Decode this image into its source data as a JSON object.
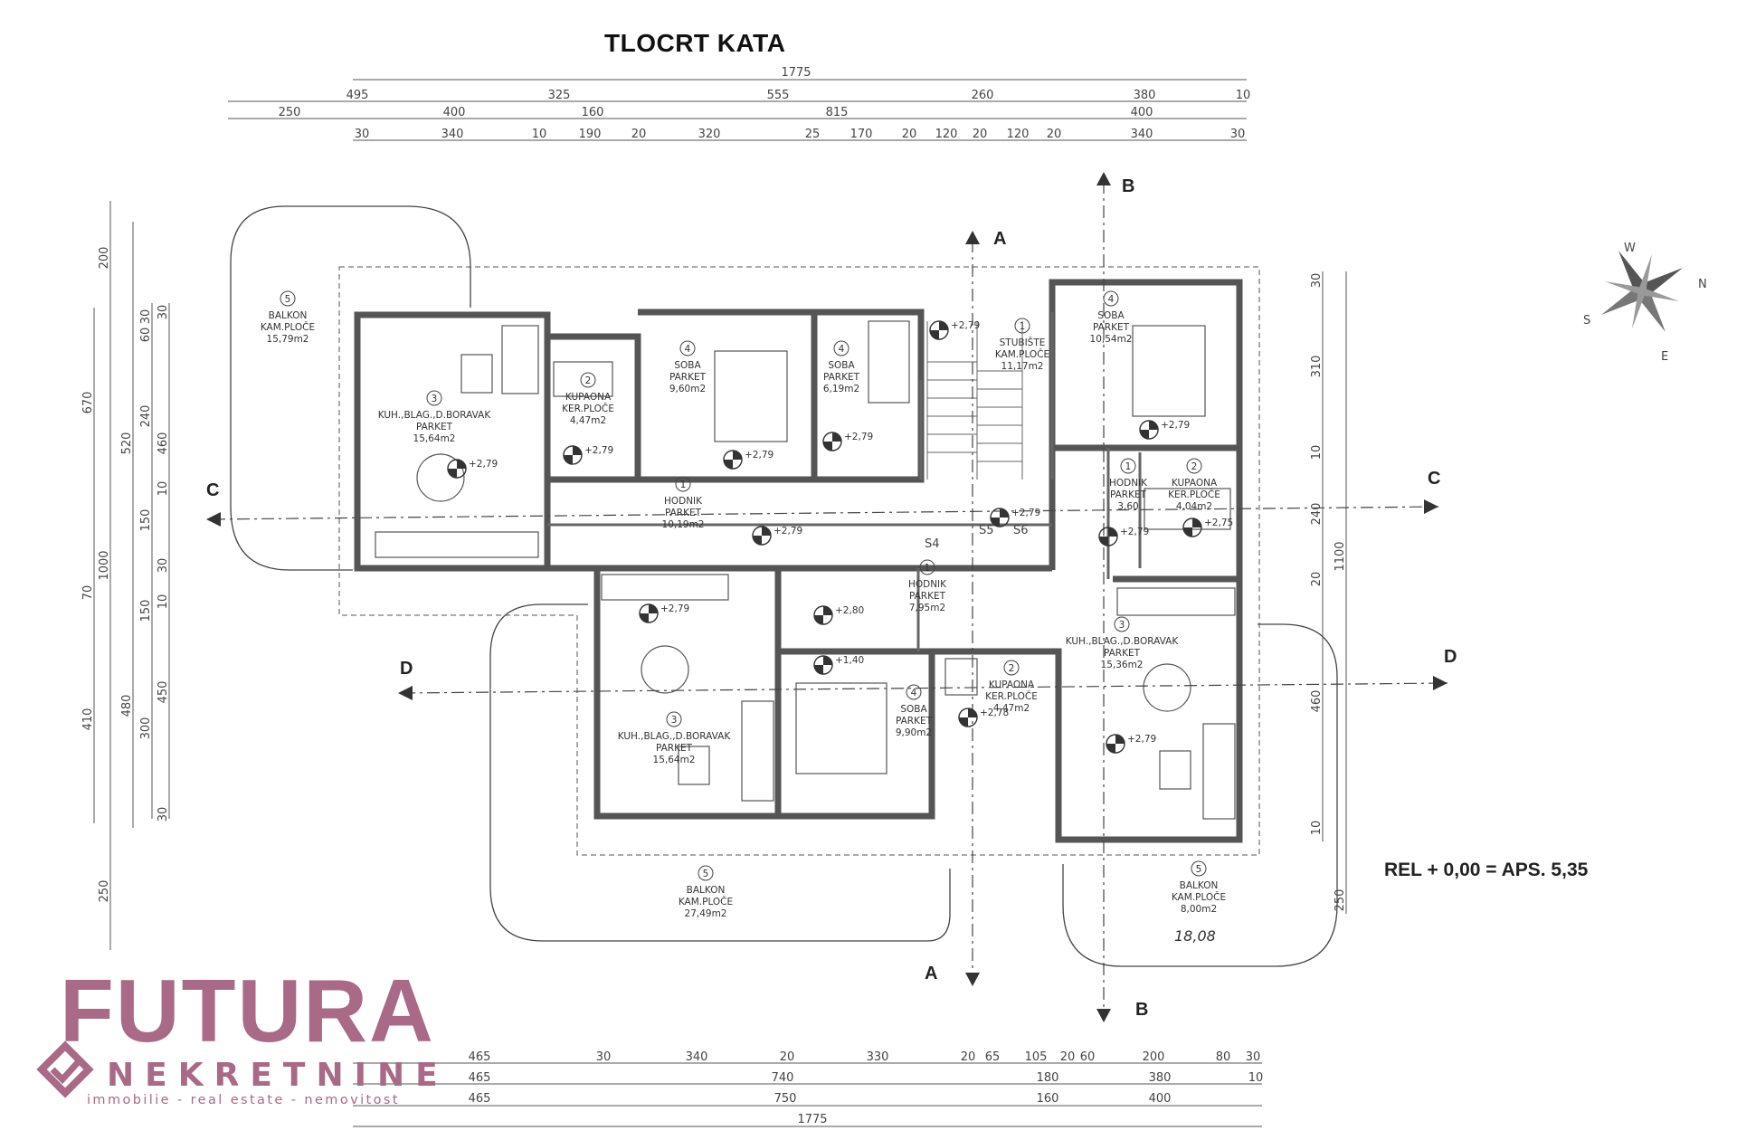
{
  "title": "TLOCRT KATA",
  "elevation_note": "REL +  0,00 = APS. 5,35",
  "logo": {
    "word": "FUTURA",
    "sub": "NEKRETNINE",
    "tag": "immobilie - real estate - nemovitost"
  },
  "colors": {
    "walls": "#555555",
    "lines": "#333333",
    "logo": "#a86a86"
  },
  "dimensions_top": {
    "row1": [
      "1775"
    ],
    "row2": [
      "495",
      "325",
      "555",
      "260",
      "380",
      "10"
    ],
    "row3": [
      "250",
      "400",
      "160",
      "815",
      "400"
    ],
    "row4": [
      "30",
      "340",
      "10",
      "190",
      "20",
      "320",
      "25",
      "170",
      "20",
      "120",
      "20",
      "120",
      "20",
      "340",
      "30"
    ]
  },
  "dimensions_bottom": {
    "row1": [
      "465",
      "30",
      "340",
      "20",
      "330",
      "20",
      "65",
      "105",
      "20",
      "60",
      "200",
      "80",
      "30"
    ],
    "row2": [
      "465",
      "740",
      "180",
      "380",
      "10"
    ],
    "row3": [
      "465",
      "750",
      "160",
      "400"
    ],
    "row4": [
      "1775"
    ]
  },
  "dimensions_left": {
    "col1": [
      "200",
      "1000",
      "250"
    ],
    "col2": [
      "520",
      "480"
    ],
    "col3": [
      "670",
      "70",
      "410"
    ],
    "col4": [
      "30",
      "60",
      "240",
      "150",
      "150",
      "300"
    ],
    "col5": [
      "30",
      "460",
      "10",
      "30",
      "10",
      "450",
      "30"
    ]
  },
  "dimensions_right": {
    "col1": [
      "1100",
      "250"
    ],
    "col2": [
      "30",
      "310",
      "10",
      "240",
      "20",
      "460",
      "10"
    ]
  },
  "section_marks": [
    "A",
    "A",
    "B",
    "B",
    "C",
    "C",
    "D",
    "D"
  ],
  "rooms": [
    {
      "num": "5",
      "name": "BALKON",
      "floor": "KAM.PLOČE",
      "area": "15,79m2"
    },
    {
      "num": "3",
      "name": "KUH.,BLAG.,D.BORAVAK",
      "floor": "PARKET",
      "area": "15,64m2"
    },
    {
      "num": "2",
      "name": "KUPAONA",
      "floor": "KER.PLOČE",
      "area": "4,47m2"
    },
    {
      "num": "4",
      "name": "SOBA",
      "floor": "PARKET",
      "area": "9,60m2"
    },
    {
      "num": "4",
      "name": "SOBA",
      "floor": "PARKET",
      "area": "6,19m2"
    },
    {
      "num": "1",
      "name": "STUBIŠTE",
      "floor": "KAM.PLOČE",
      "area": "11,17m2"
    },
    {
      "num": "4",
      "name": "SOBA",
      "floor": "PARKET",
      "area": "10,54m2"
    },
    {
      "num": "1",
      "name": "HODNIK",
      "floor": "PARKET",
      "area": "10,19m2"
    },
    {
      "num": "1",
      "name": "HODNIK",
      "floor": "PARKET",
      "area": "3,60"
    },
    {
      "num": "2",
      "name": "KUPAONA",
      "floor": "KER.PLOČE",
      "area": "4,04m2"
    },
    {
      "num": "1",
      "name": "HODNIK",
      "floor": "PARKET",
      "area": "7,95m2"
    },
    {
      "num": "3",
      "name": "KUH.,BLAG.,D.BORAVAK",
      "floor": "PARKET",
      "area": "15,64m2"
    },
    {
      "num": "4",
      "name": "SOBA",
      "floor": "PARKET",
      "area": "9,90m2"
    },
    {
      "num": "2",
      "name": "KUPAONA",
      "floor": "KER.PLOČE",
      "area": "4,47m2"
    },
    {
      "num": "3",
      "name": "KUH.,BLAG.,D.BORAVAK",
      "floor": "PARKET",
      "area": "15,36m2"
    },
    {
      "num": "5",
      "name": "BALKON",
      "floor": "KAM.PLOČE",
      "area": "27,49m2"
    },
    {
      "num": "5",
      "name": "BALKON",
      "floor": "KAM.PLOČE",
      "area": "8,00m2"
    }
  ],
  "level_marks": [
    "+2,79",
    "+2,79",
    "+2,79",
    "+2,79",
    "+2,79",
    "+2,79",
    "+2,79",
    "+2,79",
    "+2,80",
    "+1,40",
    "+2,79",
    "+2,78",
    "+2,75",
    "+2,79",
    "+2,79"
  ],
  "stair_labels": [
    "S4",
    "S5",
    "S6"
  ],
  "compass": [
    "N",
    "S",
    "W",
    "E"
  ],
  "handwritten_note": "18,08"
}
